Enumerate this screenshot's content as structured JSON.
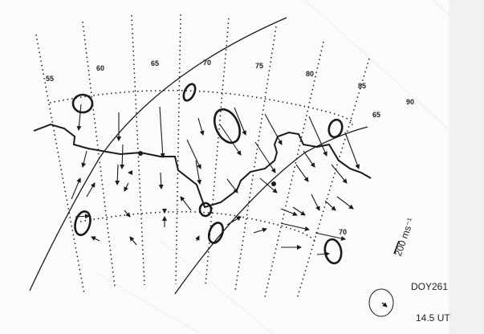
{
  "figure": {
    "longitude_labels": [
      "55",
      "60",
      "65",
      "70",
      "75",
      "80",
      "85",
      "90"
    ],
    "latitude_labels": [
      "65",
      "70"
    ],
    "scale_label": "200 ms⁻¹",
    "day_label": "DOY261",
    "time_label": "14.5 UT"
  },
  "colors": {
    "ink": "#1a1a1a",
    "background": "#fbfbf9"
  }
}
